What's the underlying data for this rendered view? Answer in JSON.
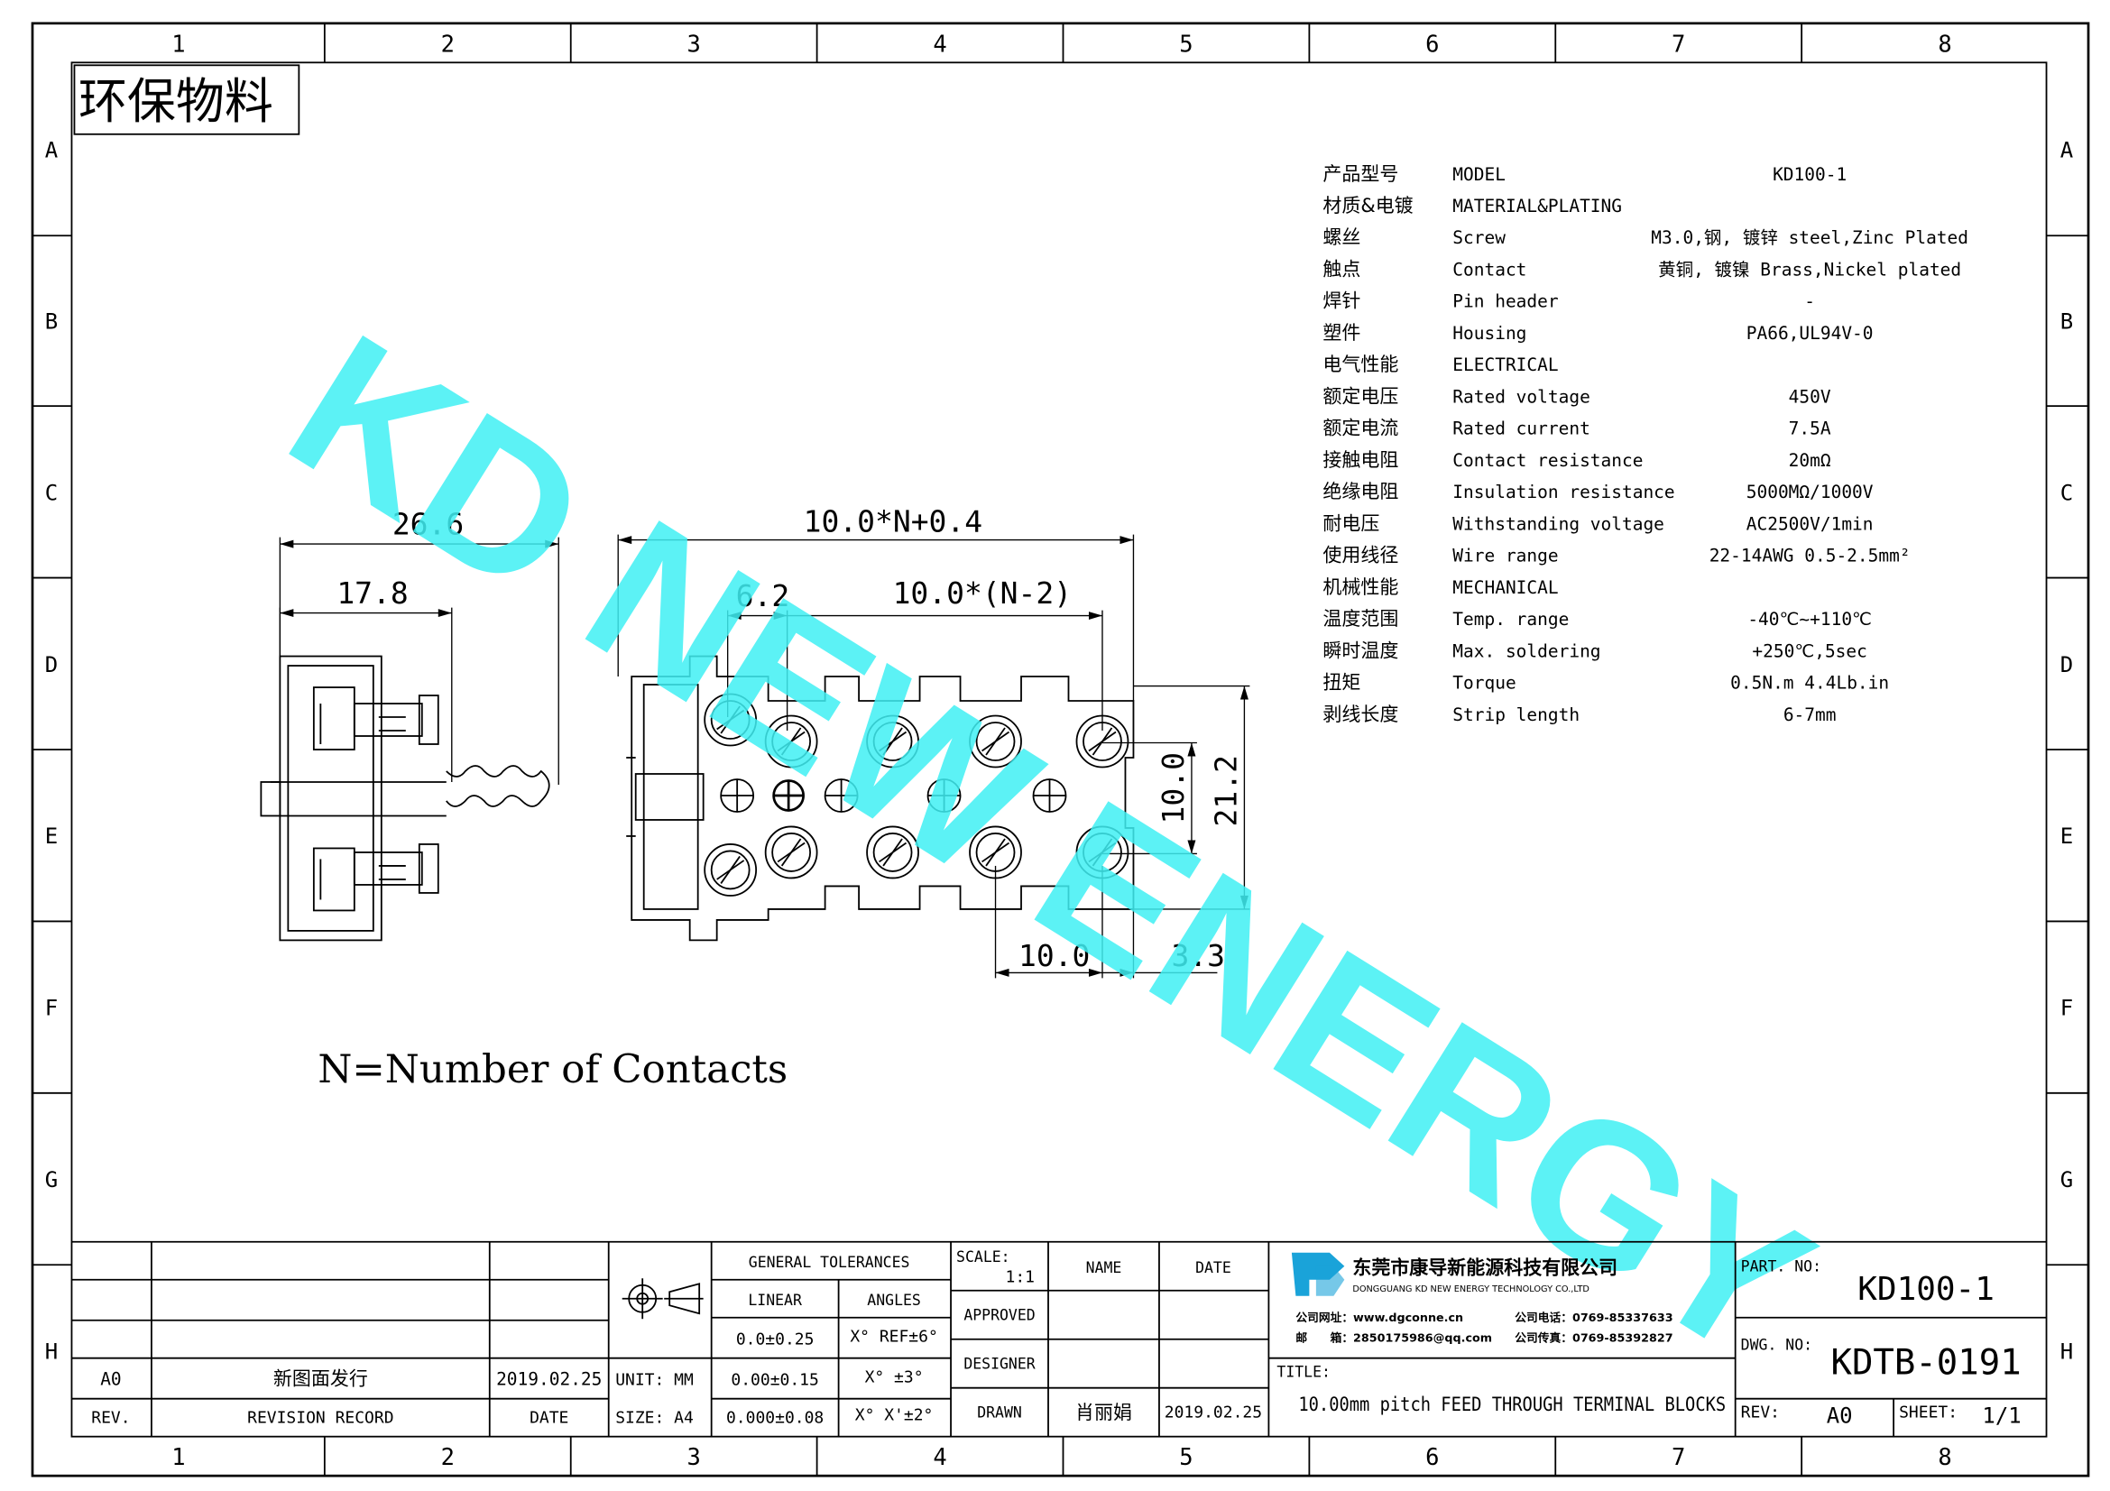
{
  "frame": {
    "columns": [
      "1",
      "2",
      "3",
      "4",
      "5",
      "6",
      "7",
      "8"
    ],
    "rows": [
      "A",
      "B",
      "C",
      "D",
      "E",
      "F",
      "G",
      "H"
    ]
  },
  "badge": "环保物料",
  "watermark": "KD NEW ENERGY",
  "dimensions": {
    "overall_depth": "26.6",
    "depth_inner": "17.8",
    "overall_length": "10.0*N+0.4",
    "first_pitch": "6.2",
    "span_pitch": "10.0*(N-2)",
    "height_pitch": "10.0",
    "overall_height": "21.2",
    "bottom_pitch": "10.0",
    "end_offset": "3.3"
  },
  "note": "N=Number of Contacts",
  "specs": [
    {
      "cn": "产品型号",
      "en": "MODEL",
      "val": "KD100-1"
    },
    {
      "cn": "材质&电镀",
      "en": "MATERIAL&PLATING",
      "val": ""
    },
    {
      "cn": "螺丝",
      "en": "Screw",
      "val": "M3.0,钢, 镀锌 steel,Zinc Plated"
    },
    {
      "cn": "触点",
      "en": "Contact",
      "val": "黄铜, 镀镍 Brass,Nickel plated"
    },
    {
      "cn": "焊针",
      "en": "Pin header",
      "val": "-"
    },
    {
      "cn": "塑件",
      "en": "Housing",
      "val": "PA66,UL94V-0"
    },
    {
      "cn": "电气性能",
      "en": "ELECTRICAL",
      "val": ""
    },
    {
      "cn": "额定电压",
      "en": "Rated voltage",
      "val": "450V"
    },
    {
      "cn": "额定电流",
      "en": "Rated current",
      "val": "7.5A"
    },
    {
      "cn": "接触电阻",
      "en": "Contact resistance",
      "val": "20mΩ"
    },
    {
      "cn": "绝缘电阻",
      "en": "Insulation resistance",
      "val": "5000MΩ/1000V"
    },
    {
      "cn": "耐电压",
      "en": "Withstanding voltage",
      "val": "AC2500V/1min"
    },
    {
      "cn": "使用线径",
      "en": "Wire range",
      "val": "22-14AWG 0.5-2.5mm²"
    },
    {
      "cn": "机械性能",
      "en": "MECHANICAL",
      "val": ""
    },
    {
      "cn": "温度范围",
      "en": "Temp. range",
      "val": "-40℃~+110℃"
    },
    {
      "cn": "瞬时温度",
      "en": "Max. soldering",
      "val": "+250℃,5sec"
    },
    {
      "cn": "扭矩",
      "en": "Torque",
      "val": "0.5N.m  4.4Lb.in"
    },
    {
      "cn": "剥线长度",
      "en": "Strip length",
      "val": "6-7mm"
    }
  ],
  "title_block": {
    "rev_label": "REV.",
    "rev_record_label": "REVISION RECORD",
    "date_label": "DATE",
    "rev_entry": {
      "rev": "A0",
      "record": "新图面发行",
      "date": "2019.02.25"
    },
    "unit": "UNIT: MM",
    "size": "SIZE: A4",
    "general_tolerances": "GENERAL TOLERANCES",
    "linear": "LINEAR",
    "angles": "ANGLES",
    "tol_linear": [
      "0.0±0.25",
      "0.00±0.15",
      "0.000±0.08"
    ],
    "tol_angles": [
      "X° REF±6°",
      "X° ±3°",
      "X° X'±2°"
    ],
    "scale_label": "SCALE:",
    "scale_value": "1:1",
    "approved": "APPROVED",
    "designer": "DESIGNER",
    "drawn": "DRAWN",
    "name_label": "NAME",
    "date_col_label": "DATE",
    "drawn_name": "肖丽娟",
    "drawn_date": "2019.02.25",
    "company_cn": "东莞市康导新能源科技有限公司",
    "company_en": "DONGGUANG KD NEW ENERGY TECHNOLOGY CO.,LTD",
    "website": "公司网址：www.dgconne.cn",
    "phone": "公司电话：0769-85337633",
    "email": "邮　　箱：2850175986@qq.com",
    "fax": "公司传真：0769-85392827",
    "title_label": "TITLE:",
    "title": "10.00mm pitch FEED THROUGH TERMINAL BLOCKS",
    "part_no_label": "PART. NO:",
    "part_no": "KD100-1",
    "dwg_no_label": "DWG. NO:",
    "dwg_no": "KDTB-0191",
    "rev2_label": "REV:",
    "rev2": "A0",
    "sheet_label": "SHEET:",
    "sheet": "1/1"
  },
  "colors": {
    "watermark": "#3ff0f3",
    "logo": "#1aa3d9"
  }
}
